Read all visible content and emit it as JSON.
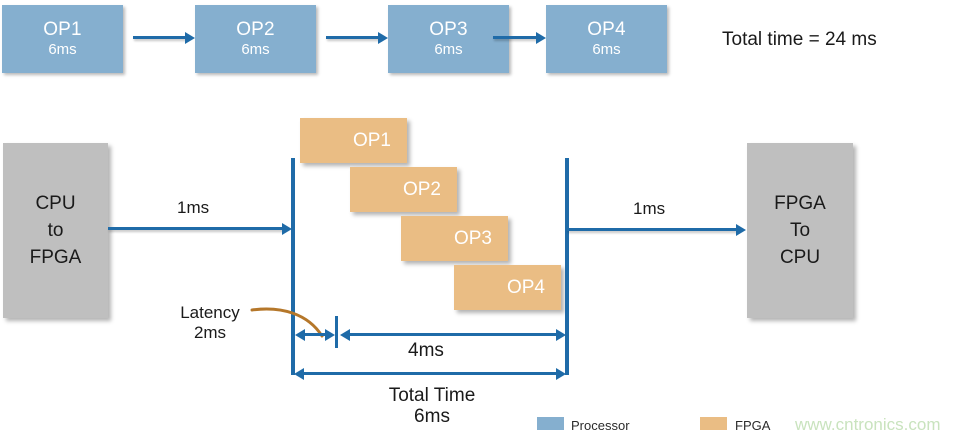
{
  "diagram": {
    "title_note": "Total time = 24 ms",
    "serial_row": {
      "boxes": [
        {
          "name": "OP1",
          "time": "6ms"
        },
        {
          "name": "OP2",
          "time": "6ms"
        },
        {
          "name": "OP3",
          "time": "6ms"
        },
        {
          "name": "OP4",
          "time": "6ms"
        }
      ]
    },
    "pipeline": {
      "source_block": "CPU\nto\nFPGA",
      "source_line1": "CPU",
      "source_line2": "to",
      "source_line3": "FPGA",
      "dest_line1": "FPGA",
      "dest_line2": "To",
      "dest_line3": "CPU",
      "transfer_in_label": "1ms",
      "transfer_out_label": "1ms",
      "stages": [
        {
          "name": "OP1"
        },
        {
          "name": "OP2"
        },
        {
          "name": "OP3"
        },
        {
          "name": "OP4"
        }
      ],
      "latency_line1": "Latency",
      "latency_line2": "2ms",
      "throughput_label": "4ms",
      "total_line1": "Total Time",
      "total_line2": "6ms"
    },
    "legend": {
      "items": [
        {
          "label": "Processor",
          "color": "#85AFCF"
        },
        {
          "label": "FPGA",
          "color": "#EABD84"
        }
      ]
    },
    "watermark": "www.cntronics.com",
    "colors": {
      "processor_blue": "#85AFCF",
      "fpga_orange": "#EABD84",
      "arrow_blue": "#1F6BA8",
      "block_gray": "#BFBFBF",
      "latency_curve": "#B5772A",
      "watermark_green": "#C9E3BE"
    }
  }
}
